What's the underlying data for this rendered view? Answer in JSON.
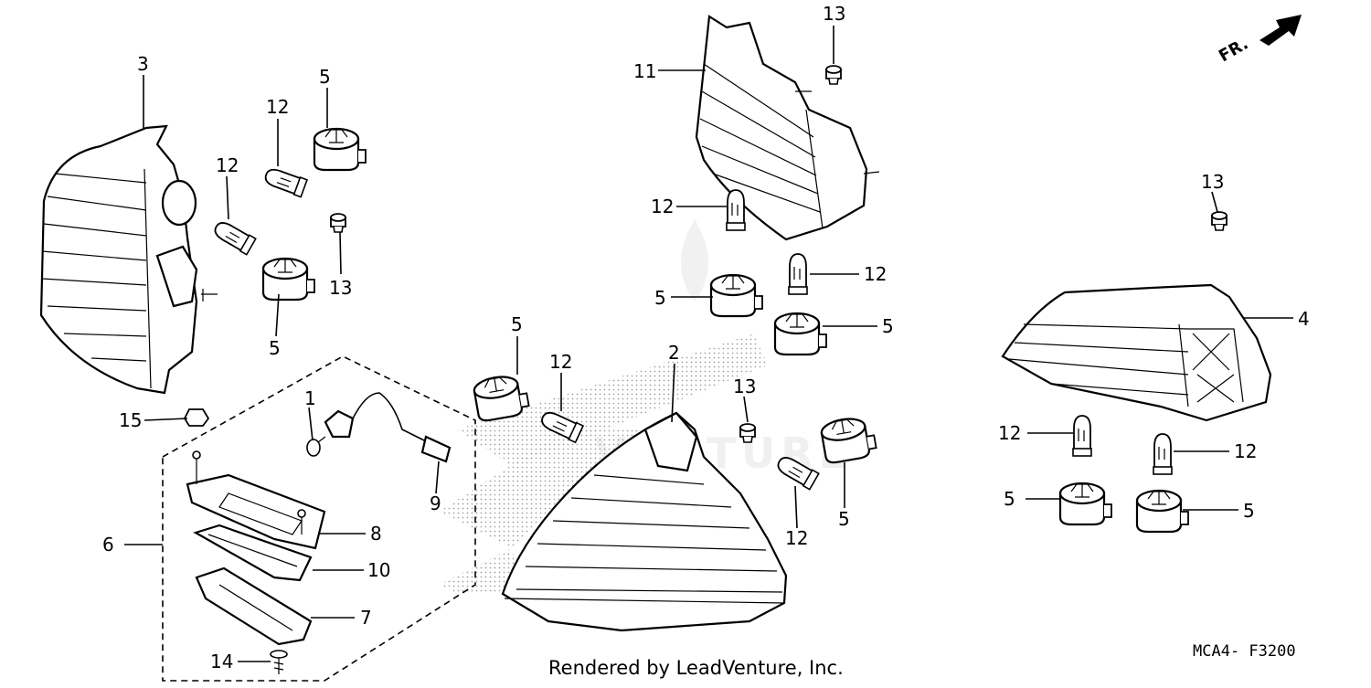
{
  "diagram": {
    "footer": "Rendered by LeadVenture, Inc.",
    "code": "MCA4- F3200",
    "direction": "FR.",
    "callouts": [
      {
        "id": "c-1",
        "n": "1"
      },
      {
        "id": "c-2",
        "n": "2"
      },
      {
        "id": "c-3",
        "n": "3"
      },
      {
        "id": "c-4",
        "n": "4"
      },
      {
        "id": "c-5a",
        "n": "5"
      },
      {
        "id": "c-5b",
        "n": "5"
      },
      {
        "id": "c-5c",
        "n": "5"
      },
      {
        "id": "c-5d",
        "n": "5"
      },
      {
        "id": "c-5e",
        "n": "5"
      },
      {
        "id": "c-5f",
        "n": "5"
      },
      {
        "id": "c-5g",
        "n": "5"
      },
      {
        "id": "c-5h",
        "n": "5"
      },
      {
        "id": "c-6",
        "n": "6"
      },
      {
        "id": "c-7",
        "n": "7"
      },
      {
        "id": "c-8",
        "n": "8"
      },
      {
        "id": "c-9",
        "n": "9"
      },
      {
        "id": "c-10",
        "n": "10"
      },
      {
        "id": "c-11",
        "n": "11"
      },
      {
        "id": "c-12a",
        "n": "12"
      },
      {
        "id": "c-12b",
        "n": "12"
      },
      {
        "id": "c-12c",
        "n": "12"
      },
      {
        "id": "c-12d",
        "n": "12"
      },
      {
        "id": "c-12e",
        "n": "12"
      },
      {
        "id": "c-12f",
        "n": "12"
      },
      {
        "id": "c-12g",
        "n": "12"
      },
      {
        "id": "c-12h",
        "n": "12"
      },
      {
        "id": "c-13a",
        "n": "13"
      },
      {
        "id": "c-13b",
        "n": "13"
      },
      {
        "id": "c-13c",
        "n": "13"
      },
      {
        "id": "c-13d",
        "n": "13"
      },
      {
        "id": "c-14",
        "n": "14"
      },
      {
        "id": "c-15",
        "n": "15"
      }
    ]
  }
}
